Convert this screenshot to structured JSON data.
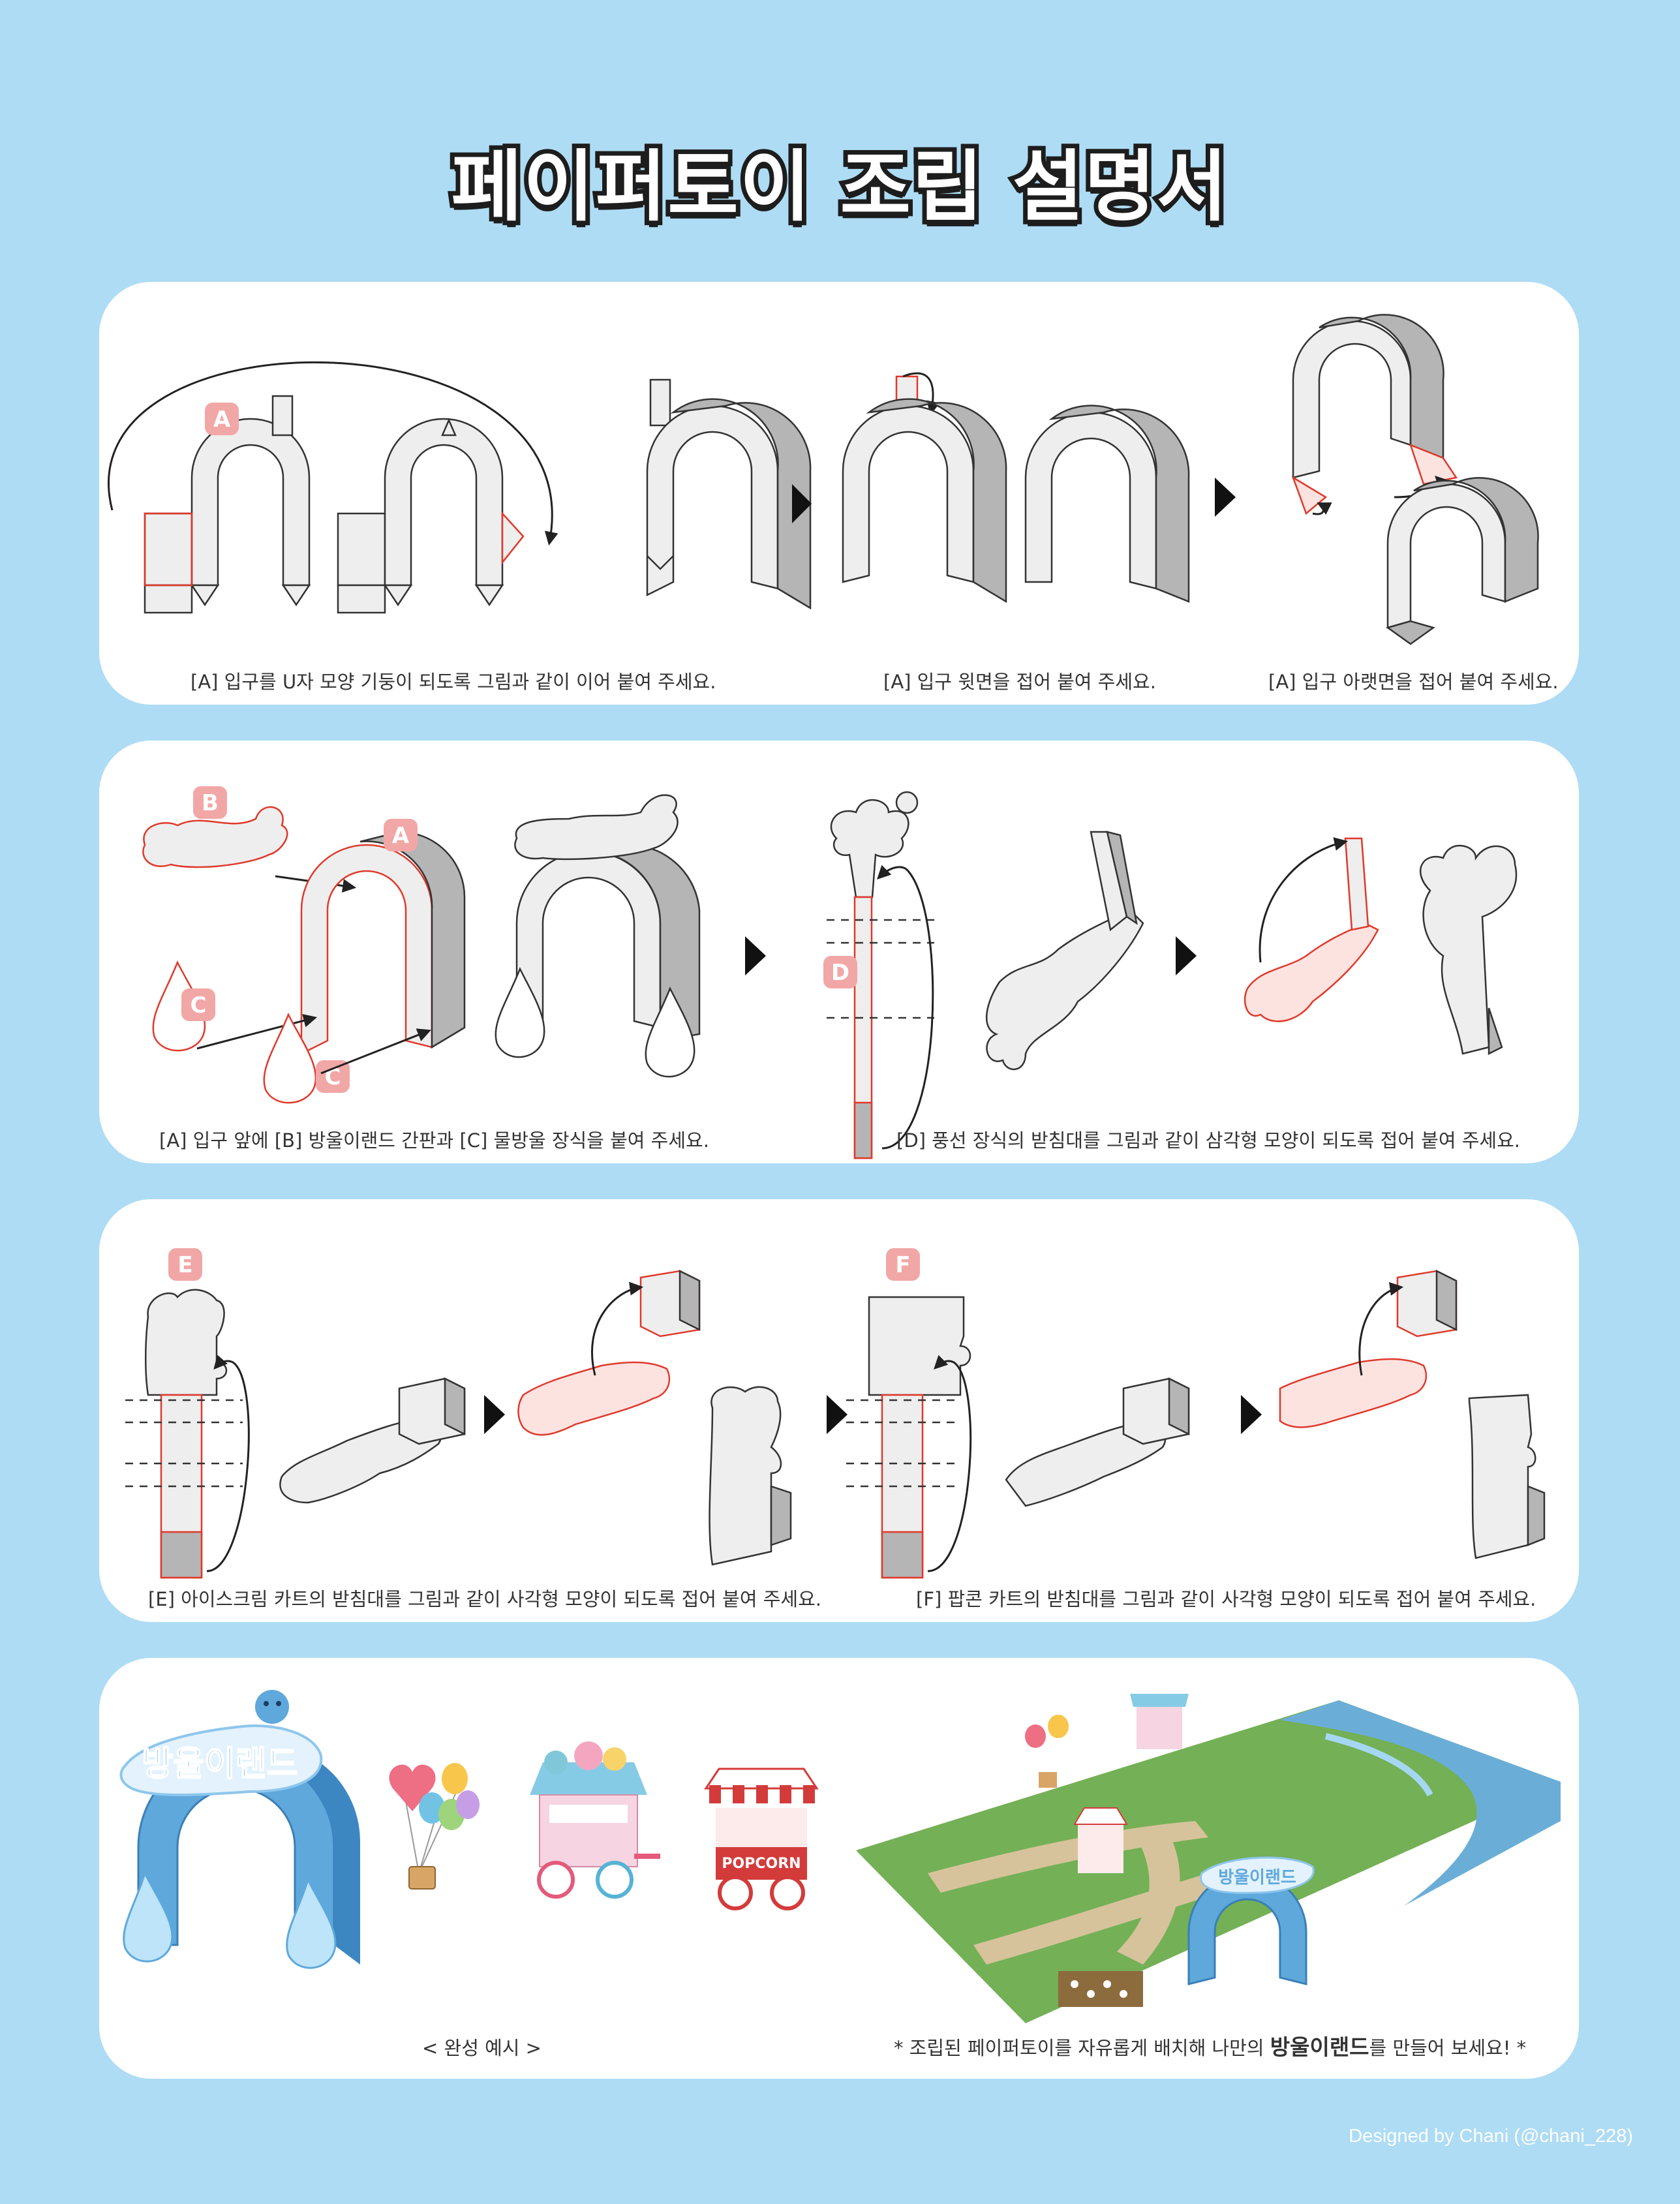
{
  "title": "페이퍼토이 조립 설명서",
  "sections": [
    {
      "captions": [
        "[A] 입구를 U자 모양 기둥이 되도록 그림과 같이 이어 붙여 주세요.",
        "[A] 입구 윗면을 접어 붙여 주세요.",
        "[A] 입구 아랫면을 접어 붙여 주세요."
      ]
    },
    {
      "captions": [
        "[A] 입구 앞에 [B] 방울이랜드 간판과 [C] 물방울 장식을 붙여 주세요.",
        "[D] 풍선 장식의 받침대를 그림과 같이 삼각형 모양이 되도록 접어 붙여 주세요."
      ]
    },
    {
      "captions": [
        "[E] 아이스크림 카트의 받침대를 그림과 같이 사각형 모양이 되도록 접어 붙여 주세요.",
        "[F] 팝콘 카트의 받침대를 그림과 같이 사각형 모양이 되도록 접어 붙여 주세요."
      ]
    },
    {
      "sign_text": "방울이랜드",
      "popcorn_label": "POPCORN",
      "caption_left": "< 완성 예시 >",
      "caption_right_pre": "* 조립된 페이퍼토이를 자유롭게 배치해 나만의 ",
      "caption_right_bold": "방울이랜드",
      "caption_right_post": "를 만들어 보세요! *"
    }
  ],
  "badges": {
    "a": "A",
    "b": "B",
    "c": "C",
    "d": "D",
    "e": "E",
    "f": "F"
  },
  "footer": "Designed by Chani (@chani_228)",
  "colors": {
    "background": "#aedcf4",
    "panel": "#ffffff",
    "badge": "#f2a7a7",
    "cut_line": "#e0392b",
    "paper": "#eeeeee",
    "paper_shadow": "#b5b5b5",
    "outline": "#333333"
  }
}
